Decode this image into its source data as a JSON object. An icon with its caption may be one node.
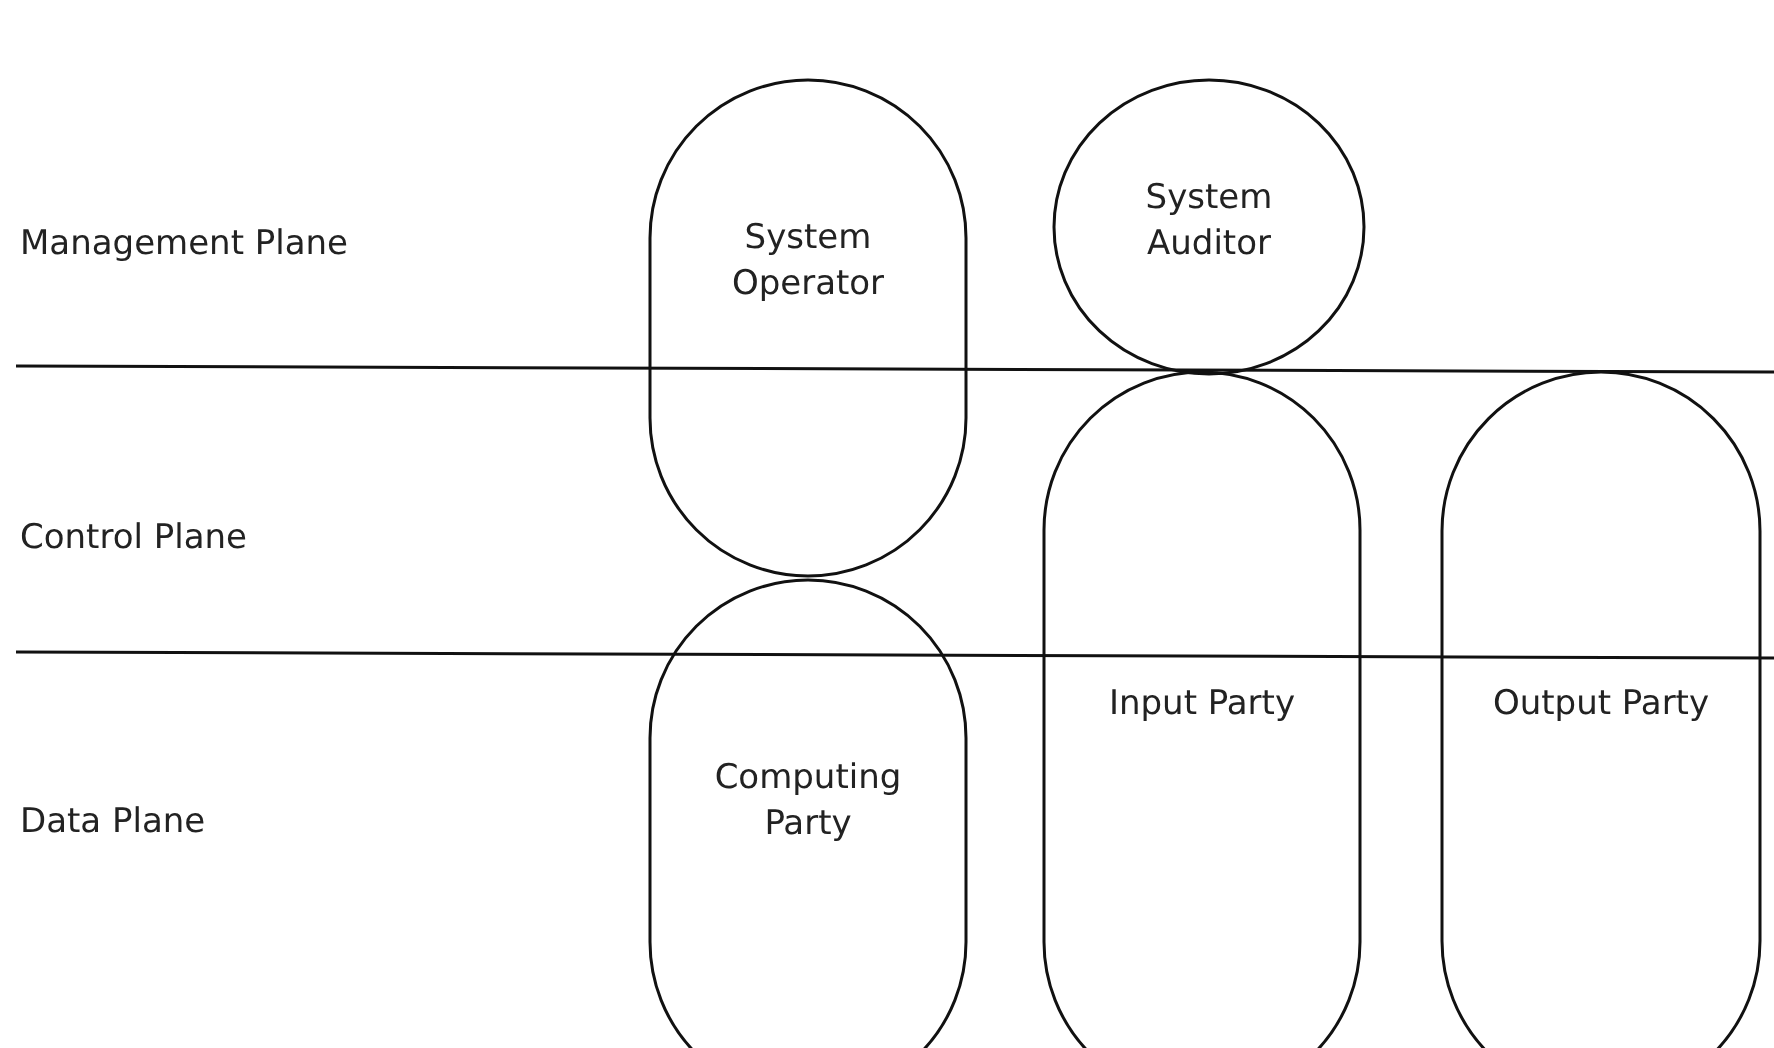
{
  "diagram": {
    "nodes": [
      {
        "text": [
          "System Operator"
        ]
      },
      {
        "text": [
          "System Auditor"
        ]
      },
      {
        "text": [
          "Computing Party"
        ]
      },
      {
        "text": [
          "Input Party"
        ]
      },
      {
        "text": [
          "Output Party"
        ]
      }
    ],
    "labels": [
      "Management Plane",
      "Control Plane",
      "Data Plane"
    ]
  }
}
